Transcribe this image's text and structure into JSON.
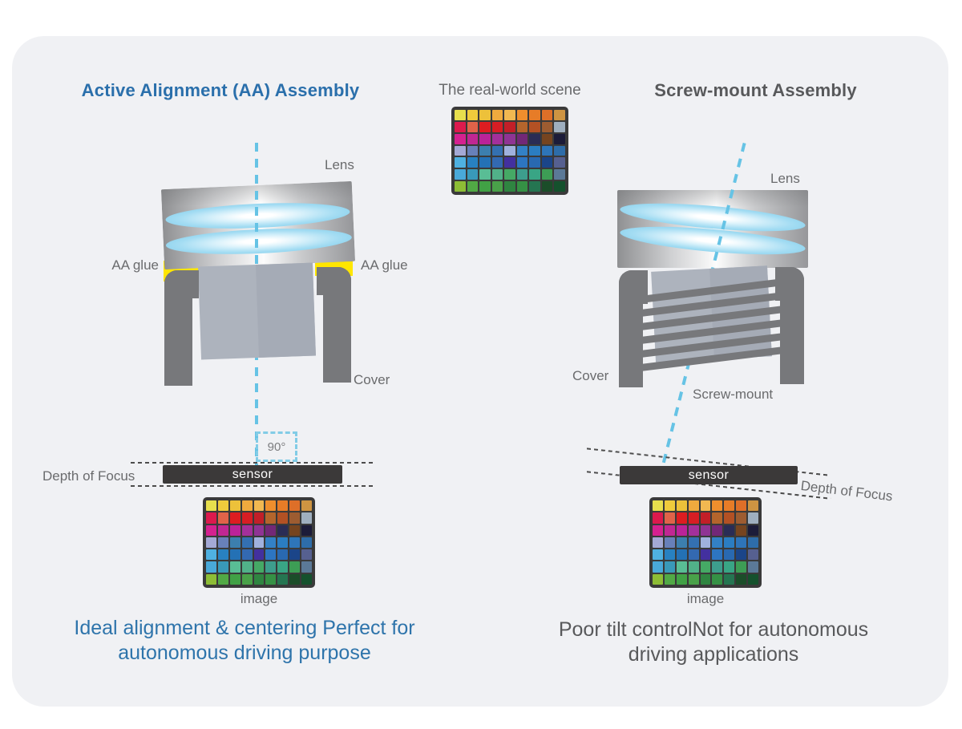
{
  "colors": {
    "panel_bg": "#f0f1f4",
    "accent_blue": "#2a6fab",
    "text_gray": "#58595b",
    "label_gray": "#6a6b6d",
    "axis_cyan": "#66c3e5",
    "glue_yellow": "#ffe600",
    "sensor_dark": "#3b3939",
    "cover_gray": "#77787b",
    "barrel_gray": "#adb3bd"
  },
  "left_panel": {
    "title": "Active Alignment (AA) Assembly",
    "lens_label": "Lens",
    "aa_glue_left_label": "AA glue",
    "aa_glue_right_label": "AA glue",
    "cover_label": "Cover",
    "angle_label": "90°",
    "depth_label": "Depth of Focus",
    "sensor_label": "sensor",
    "image_label": "image",
    "caption_line1": "Ideal alignment & centering Perfect for",
    "caption_line2": "autonomous driving purpose"
  },
  "center_panel": {
    "scene_label": "The real-world scene"
  },
  "right_panel": {
    "title": "Screw-mount Assembly",
    "lens_label": "Lens",
    "cover_label": "Cover",
    "screw_label": "Screw-mount",
    "depth_label": "Depth of Focus",
    "sensor_label": "sensor",
    "image_label": "image",
    "caption_line1": "Poor tilt controlNot for autonomous",
    "caption_line2": "driving applications"
  },
  "checker_rows": [
    [
      "#e7df4d",
      "#efcb3c",
      "#edc13a",
      "#efaa3e",
      "#f1b851",
      "#ee8e2d",
      "#e77c27",
      "#de6f28",
      "#ce9442"
    ],
    [
      "#dc1a4d",
      "#e06349",
      "#dd1d21",
      "#d71e24",
      "#c21f28",
      "#b4652c",
      "#b35124",
      "#9d5c31",
      "#9fafbf"
    ],
    [
      "#d52190",
      "#c02793",
      "#bb2399",
      "#a3309b",
      "#8f3494",
      "#722877",
      "#2a2c55",
      "#76441f",
      "#1c1c39"
    ],
    [
      "#a4a9d5",
      "#6880b9",
      "#3c7fae",
      "#3470b1",
      "#a0b1dd",
      "#3381c5",
      "#2b7dc1",
      "#2e75b9",
      "#2e6da9"
    ],
    [
      "#4fb1e1",
      "#2881c1",
      "#2471b5",
      "#3369b1",
      "#43309f",
      "#2d75c1",
      "#2969b1",
      "#1b4589",
      "#566090"
    ],
    [
      "#49a9d9",
      "#3999b9",
      "#59bd95",
      "#51b189",
      "#45a965",
      "#3d9d8d",
      "#39a585",
      "#3d9d55",
      "#5b7997"
    ],
    [
      "#8dbd35",
      "#51a945",
      "#41a145",
      "#49a149",
      "#2f8541",
      "#359145",
      "#257551",
      "#1b4d29",
      "#15512d"
    ]
  ]
}
